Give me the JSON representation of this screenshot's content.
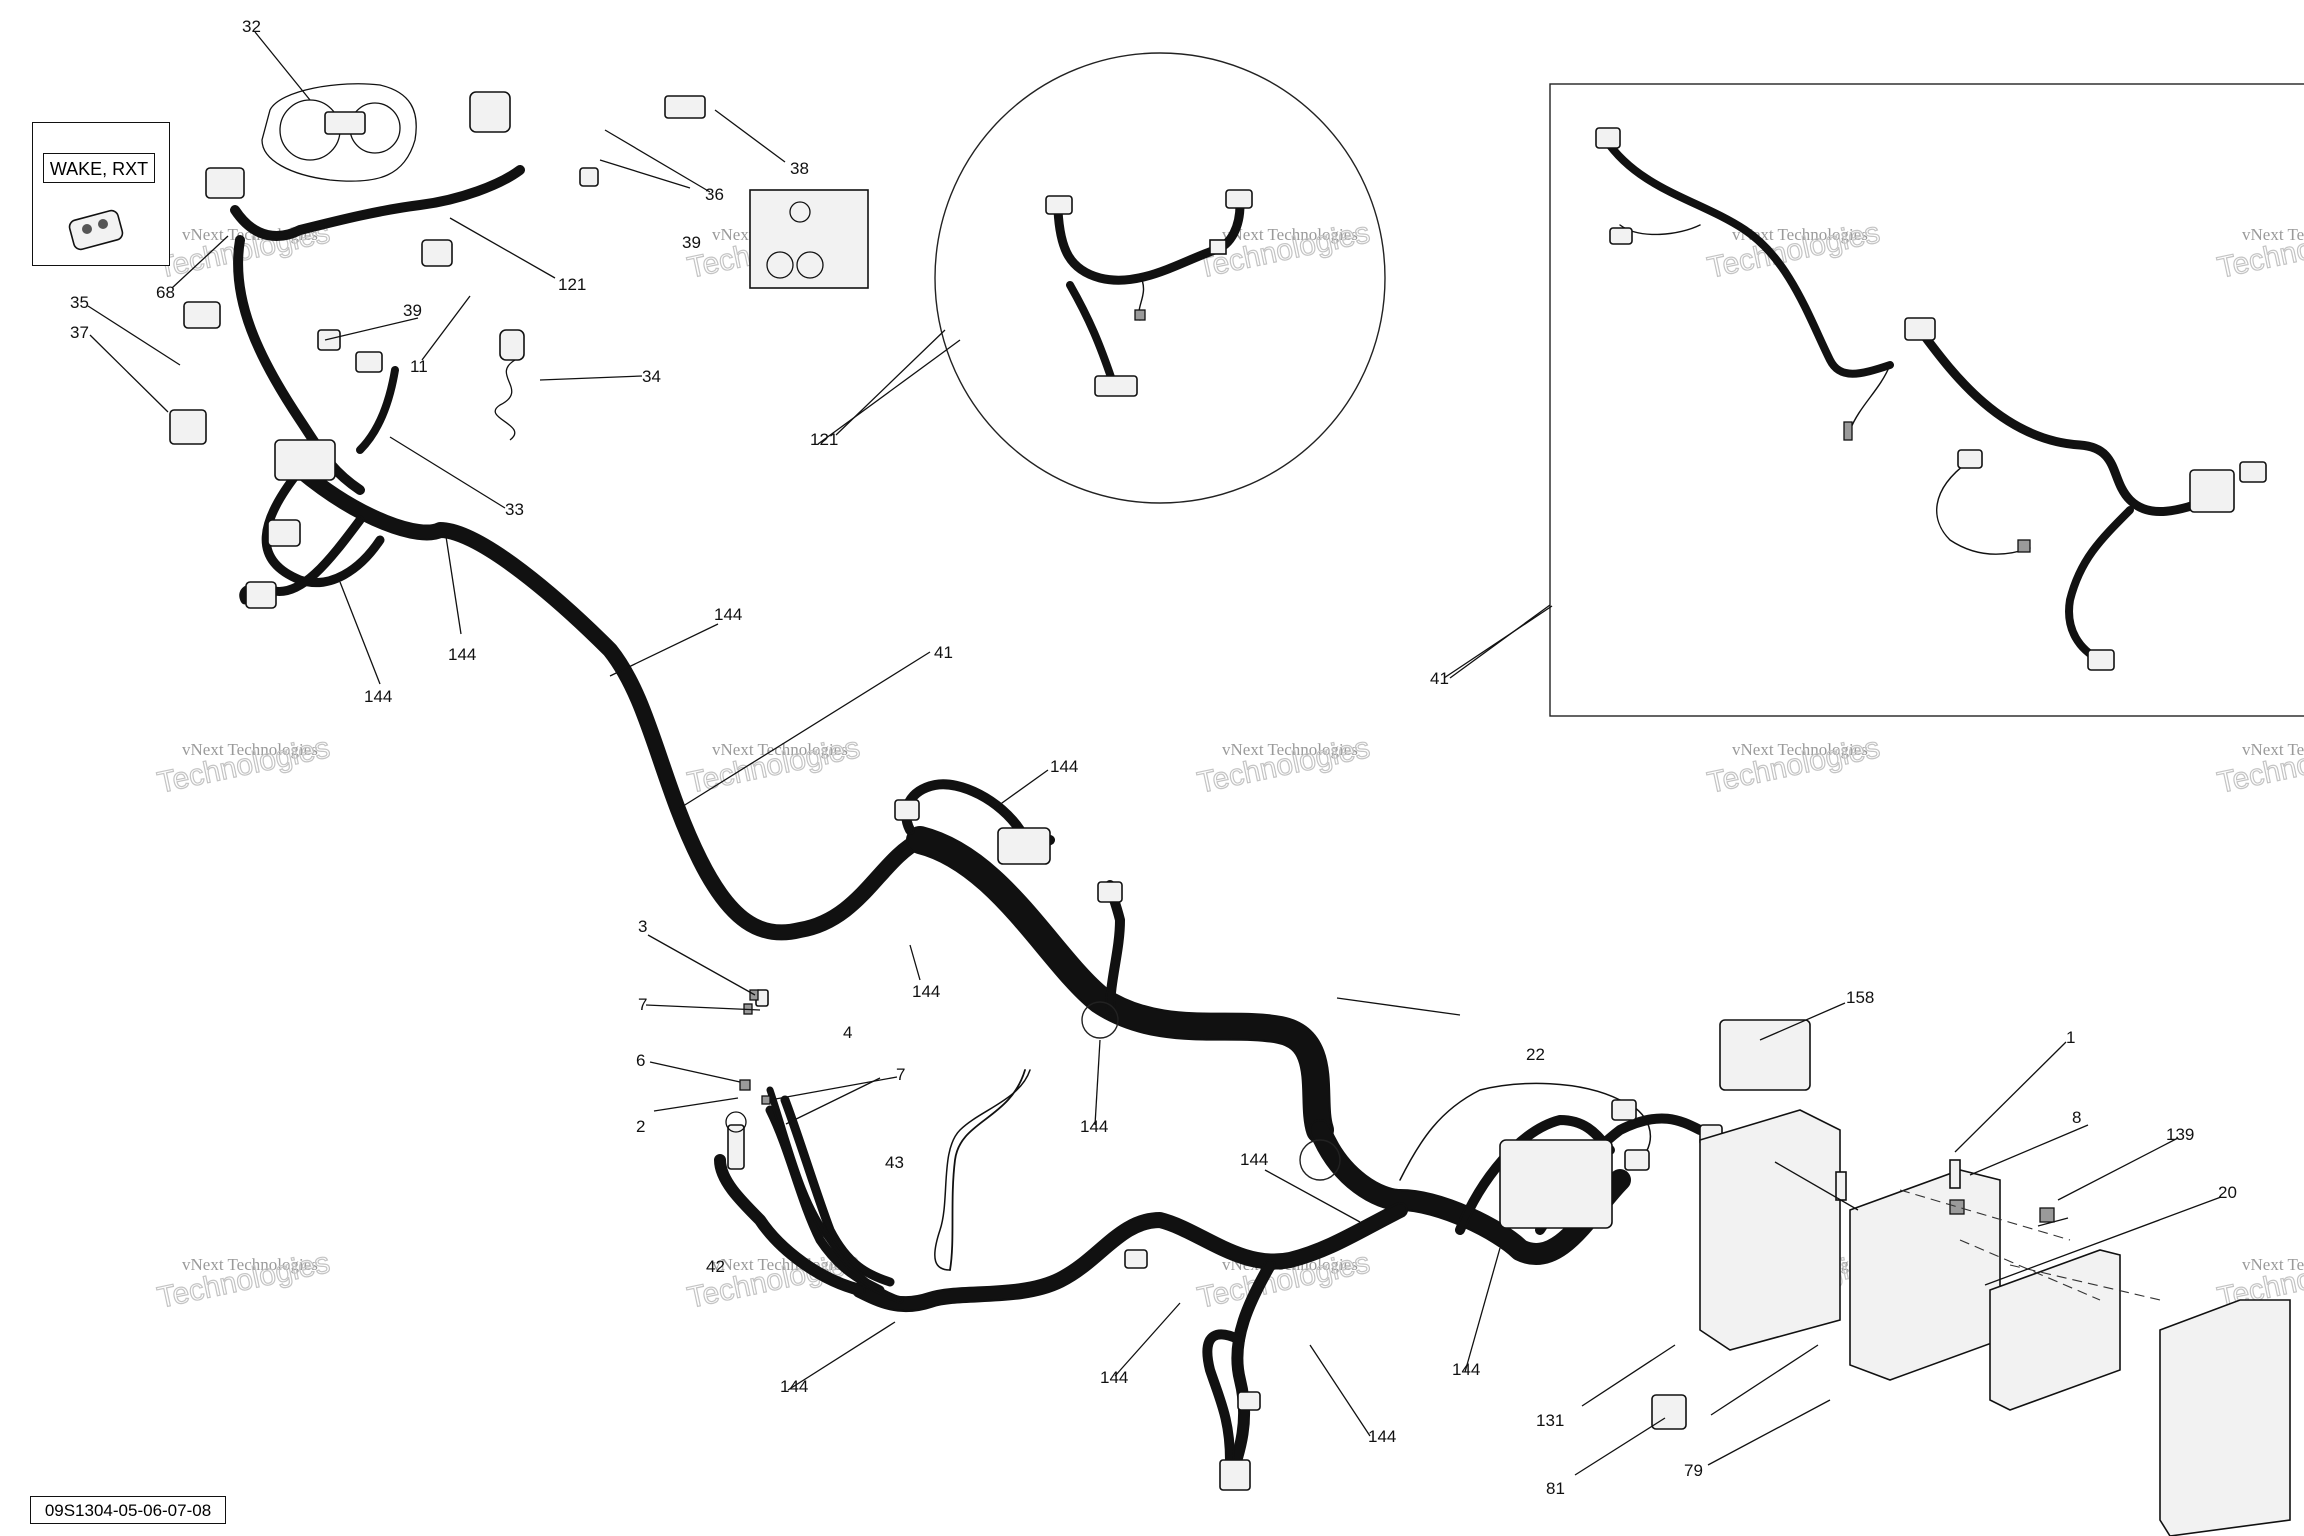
{
  "diagram": {
    "reference_code": "09S1304-05-06-07-08",
    "model_variant_label": "WAKE, RXT",
    "watermark_line1": "vNext Technologies",
    "watermark_line2": "Technologies",
    "callouts": [
      {
        "id": "c32",
        "text": "32"
      },
      {
        "id": "c38",
        "text": "38"
      },
      {
        "id": "c36",
        "text": "36"
      },
      {
        "id": "c39a",
        "text": "39"
      },
      {
        "id": "c121a",
        "text": "121"
      },
      {
        "id": "c68",
        "text": "68"
      },
      {
        "id": "c39b",
        "text": "39"
      },
      {
        "id": "c11",
        "text": "11"
      },
      {
        "id": "c35",
        "text": "35"
      },
      {
        "id": "c34",
        "text": "34"
      },
      {
        "id": "c37",
        "text": "37"
      },
      {
        "id": "c33",
        "text": "33"
      },
      {
        "id": "c144a",
        "text": "144"
      },
      {
        "id": "c144b",
        "text": "144"
      },
      {
        "id": "c144c",
        "text": "144"
      },
      {
        "id": "c41a",
        "text": "41"
      },
      {
        "id": "c121b",
        "text": "121"
      },
      {
        "id": "c41b",
        "text": "41"
      },
      {
        "id": "c144d",
        "text": "144"
      },
      {
        "id": "c3",
        "text": "3"
      },
      {
        "id": "c7a",
        "text": "7"
      },
      {
        "id": "c144e",
        "text": "144"
      },
      {
        "id": "c144f",
        "text": "144"
      },
      {
        "id": "c158",
        "text": "158"
      },
      {
        "id": "c4",
        "text": "4"
      },
      {
        "id": "c6",
        "text": "6"
      },
      {
        "id": "c7b",
        "text": "7"
      },
      {
        "id": "c2",
        "text": "2"
      },
      {
        "id": "c22",
        "text": "22"
      },
      {
        "id": "c1",
        "text": "1"
      },
      {
        "id": "c144g",
        "text": "144"
      },
      {
        "id": "c43",
        "text": "43"
      },
      {
        "id": "c144h",
        "text": "144"
      },
      {
        "id": "c8",
        "text": "8"
      },
      {
        "id": "c139",
        "text": "139"
      },
      {
        "id": "c20",
        "text": "20"
      },
      {
        "id": "c42",
        "text": "42"
      },
      {
        "id": "c144i",
        "text": "144"
      },
      {
        "id": "c144j",
        "text": "144"
      },
      {
        "id": "c144k",
        "text": "144"
      },
      {
        "id": "c144l",
        "text": "144"
      },
      {
        "id": "c131",
        "text": "131"
      },
      {
        "id": "c79",
        "text": "79"
      },
      {
        "id": "c81",
        "text": "81"
      }
    ]
  }
}
